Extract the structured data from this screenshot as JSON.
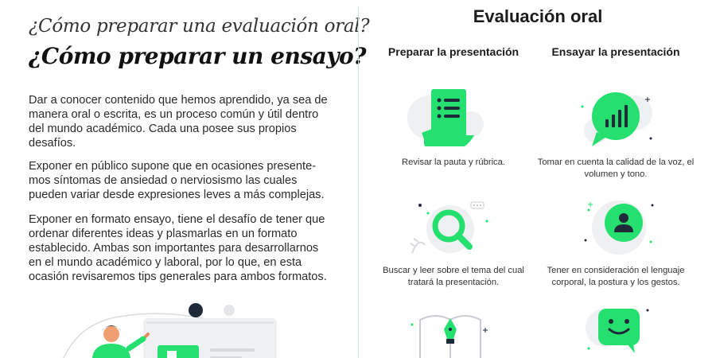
{
  "left": {
    "subtitle": "¿Cómo preparar una evaluación oral?",
    "title": "¿Cómo preparar un ensayo?",
    "paragraphs": [
      "Dar a conocer contenido que hemos aprendido, ya sea de manera oral o escrita, es un proceso común y útil dentro del mundo académico. Cada una posee sus propios desafíos.",
      "Exponer en público supone que en ocasiones presente­mos síntomas de ansiedad o nerviosismo las cuales pueden variar desde expresiones leves a más complejas.",
      "Exponer en formato ensayo, tiene el desafío de tener que ordenar diferentes ideas y plasmarlas en un for­mato establecido. Ambas son importantes para desa­rrollarnos en el mundo académico y laboral, por lo que, en esta ocasión revisaremos tips generales para ambos formatos."
    ]
  },
  "right": {
    "title": "Evaluación oral",
    "columns": [
      {
        "heading": "Preparar la presentación",
        "items": [
          {
            "icon": "document-list-icon",
            "caption": "Revisar la pauta y rúbrica."
          },
          {
            "icon": "magnifier-icon",
            "caption": "Buscar y leer sobre el tema del cual tratará la presentación."
          },
          {
            "icon": "book-pen-icon",
            "caption": ""
          }
        ]
      },
      {
        "heading": "Ensayar la presentación",
        "items": [
          {
            "icon": "chat-bars-icon",
            "caption": "Tomar en cuenta la calidad de la voz, el volumen y tono."
          },
          {
            "icon": "user-circle-icon",
            "caption": "Tener en consideración el lenguaje corporal, la postura y los gestos."
          },
          {
            "icon": "chat-smile-icon",
            "caption": ""
          }
        ]
      }
    ]
  },
  "colors": {
    "accent": "#25e06f",
    "dark": "#1e2a3a",
    "light_gray": "#eef0f2"
  }
}
